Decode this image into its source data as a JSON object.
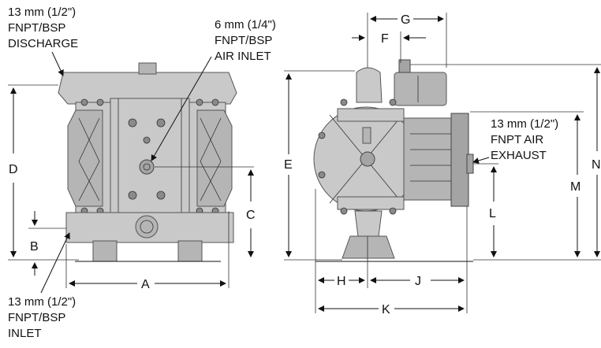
{
  "front_view": {
    "discharge_label": [
      "13 mm (1/2\")",
      "FNPT/BSP",
      "DISCHARGE"
    ],
    "air_inlet_label": [
      "6 mm (1/4\")",
      "FNPT/BSP",
      "AIR INLET"
    ],
    "inlet_label": [
      "13 mm (1/2\")",
      "FNPT/BSP",
      "INLET"
    ],
    "dimensions": {
      "A": "A",
      "B": "B",
      "C": "C",
      "D": "D"
    }
  },
  "side_view": {
    "exhaust_label": [
      "13 mm (1/2\")",
      "FNPT AIR",
      "EXHAUST"
    ],
    "dimensions": {
      "E": "E",
      "F": "F",
      "G": "G",
      "H": "H",
      "J": "J",
      "K": "K",
      "L": "L",
      "M": "M",
      "N": "N"
    }
  }
}
